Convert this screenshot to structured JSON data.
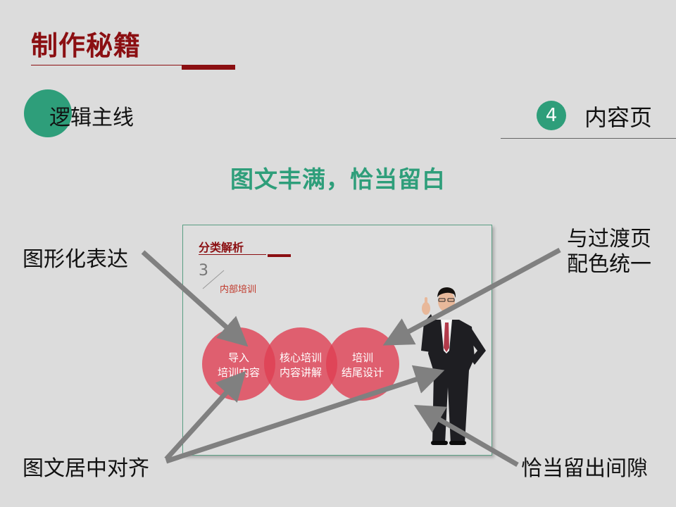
{
  "header": {
    "title": "制作秘籍"
  },
  "section": {
    "label": "逻辑主线"
  },
  "page": {
    "number": "4",
    "label": "内容页"
  },
  "headline": "图文丰满，恰当留白",
  "slide": {
    "title": "分类解析",
    "number": "3",
    "subtitle": "内部培训",
    "bubbles": [
      {
        "line1": "导入",
        "line2": "培训内容"
      },
      {
        "line1": "核心培训",
        "line2": "内容讲解"
      },
      {
        "line1": "培训",
        "line2": "结尾设计"
      }
    ]
  },
  "callouts": {
    "graphic": "图形化表达",
    "align": "图文居中对齐",
    "color_line1": "与过渡页",
    "color_line2": "配色统一",
    "spacing": "恰当留出间隙"
  },
  "colors": {
    "accent_red": "#8b0f12",
    "accent_green": "#2e9e7a",
    "bubble": "#de3e52",
    "arrow": "#808080"
  }
}
